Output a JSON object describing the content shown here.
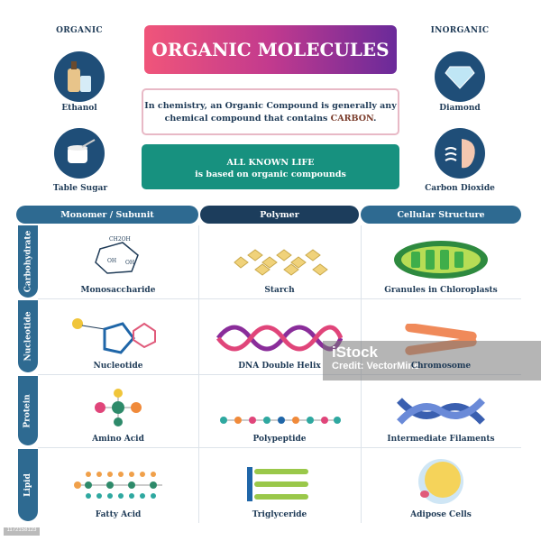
{
  "header": {
    "title": "ORGANIC MOLECULES",
    "definition_part1": "In chemistry, an Organic Compound is generally any chemical compound that contains ",
    "definition_highlight": "CARBON",
    "definition_end": ".",
    "life_line1": "ALL KNOWN LIFE",
    "life_line2": "is based on organic compounds"
  },
  "organic": {
    "heading": "ORGANIC",
    "examples": [
      "Ethanol",
      "Table Sugar"
    ]
  },
  "inorganic": {
    "heading": "INORGANIC",
    "examples": [
      "Diamond",
      "Carbon Dioxide"
    ]
  },
  "table": {
    "columns": [
      "Monomer / Subunit",
      "Polymer",
      "Cellular Structure"
    ],
    "rows": [
      {
        "label": "Carbohydrate",
        "cells": [
          "Monosaccharide",
          "Starch",
          "Granules in Chloroplasts"
        ]
      },
      {
        "label": "Nucleotide",
        "cells": [
          "Nucleotide",
          "DNA Double Helix",
          "Chromosome"
        ]
      },
      {
        "label": "Protein",
        "cells": [
          "Amino Acid",
          "Polypeptide",
          "Intermediate Filaments"
        ]
      },
      {
        "label": "Lipid",
        "cells": [
          "Fatty Acid",
          "Triglyceride",
          "Adipose Cells"
        ]
      }
    ]
  },
  "watermark": {
    "brand": "iStock",
    "credit": "Credit: VectorMine",
    "image_id": "1172158123"
  },
  "colors": {
    "navy": "#1f4e78",
    "teal": "#17917f",
    "pink": "#f0557a",
    "purple": "#6a2a9a"
  }
}
